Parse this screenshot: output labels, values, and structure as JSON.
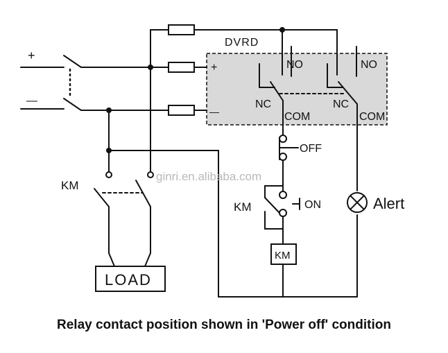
{
  "labels": {
    "plus": "+",
    "minus": "—",
    "dvrd": "DVRD",
    "dvrd_plus": "+",
    "dvrd_minus": "—",
    "no1": "NO",
    "no2": "NO",
    "nc1": "NC",
    "nc2": "NC",
    "com1": "COM",
    "com2": "COM",
    "off": "OFF",
    "on": "ON",
    "km_switch": "KM",
    "km_contact": "KM",
    "km_coil": "KM",
    "load": "LOAD",
    "alert": "Alert"
  },
  "watermark": "ginri.en.alibaba.com",
  "caption": "Relay contact position shown in 'Power off'  condition",
  "colors": {
    "line": "#111111",
    "relay_fill": "#d9d9d9",
    "watermark": "#b9b9b9"
  }
}
